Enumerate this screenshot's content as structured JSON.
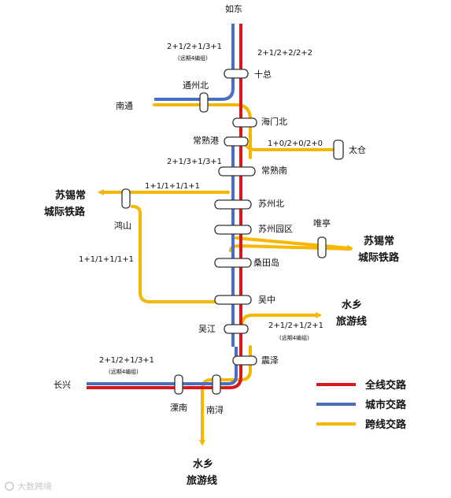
{
  "stations": {
    "rudong": "如东",
    "shizong": "十总",
    "tongzhoubei": "通州北",
    "nantong": "南通",
    "haimenbei": "海门北",
    "changshugang": "常熟港",
    "taicang": "太仓",
    "changshunan": "常熟南",
    "suzhoubei": "苏州北",
    "suzhouyuanqu": "苏州园区",
    "weiting": "唯亭",
    "sangtiandao": "桑田岛",
    "honshan": "鸿山",
    "wuzhong": "吴中",
    "wujiang": "吴江",
    "zhenze": "震泽",
    "changxing": "长兴",
    "lixnan": "溧南",
    "nanxun": "南浔"
  },
  "patterns": {
    "top_left": "2+1/2+1/3+1",
    "top_left_note": "(远期4编组)",
    "top_right": "2+1/2+2/2+2",
    "taicang": "1+0/2+0/2+0",
    "mid_left": "2+1/3+1/3+1",
    "sxc_upper": "1+1/1+1/1+1",
    "sxc_lower": "1+1/1+1/1+1",
    "wujiang_right": "2+1/2+1/2+1",
    "wujiang_note": "(远期4编组)",
    "bottom_left": "2+1/2+1/3+1",
    "bottom_left_note": "(远期4编组)"
  },
  "destinations": {
    "sxc_left_1": "苏锡常",
    "sxc_left_2": "城际铁路",
    "sxc_right_1": "苏锡常",
    "sxc_right_2": "城际铁路",
    "water_right_1": "水乡",
    "water_right_2": "旅游线",
    "water_bottom_1": "水乡",
    "water_bottom_2": "旅游线"
  },
  "legend": {
    "items": [
      {
        "label": "全线交路",
        "color": "#d7191c"
      },
      {
        "label": "城市交路",
        "color": "#4a6fc2"
      },
      {
        "label": "跨线交路",
        "color": "#f5b700"
      }
    ]
  },
  "watermark": "大数跨境"
}
